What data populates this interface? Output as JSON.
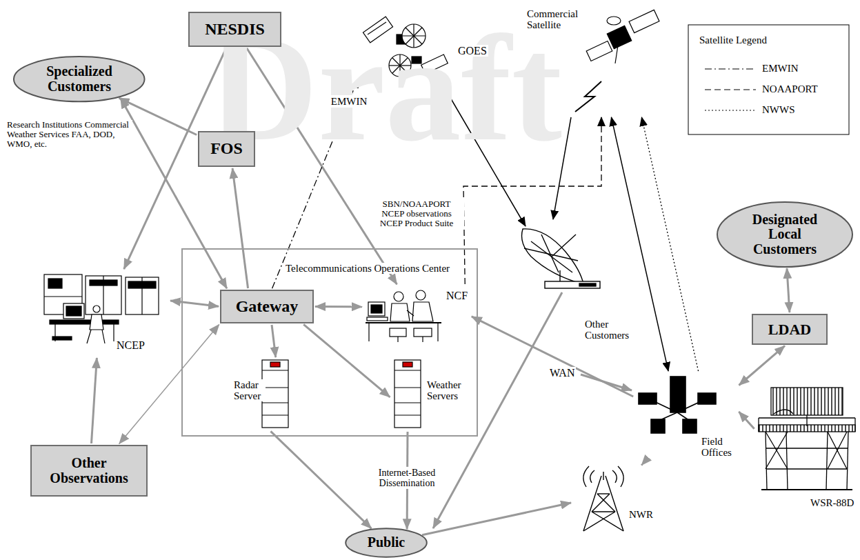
{
  "diagram": {
    "nodes": [
      {
        "text": [
          "NESDIS"
        ]
      },
      {
        "text": [
          "Specialized Customers"
        ]
      },
      {
        "text": [
          "FOS"
        ]
      },
      {
        "text": [
          "Telecommunications Operations Center"
        ]
      },
      {
        "text": [
          "Gateway"
        ],
        "in": 3
      },
      {
        "text": [
          "NCF"
        ],
        "in": 3
      },
      {
        "text": [
          "Radar Server"
        ],
        "in": 3
      },
      {
        "text": [
          "Weather Servers"
        ],
        "in": 3
      },
      {
        "text": [
          "NCEP"
        ]
      },
      {
        "text": [
          "GOES"
        ]
      },
      {
        "text": [
          "Commercial Satellite"
        ]
      },
      {
        "text": [
          "Designated Local Customers"
        ]
      },
      {
        "text": [
          "LDAD"
        ]
      },
      {
        "text": [
          "Field Offices"
        ]
      },
      {
        "text": [
          "WSR-88D"
        ]
      },
      {
        "text": [
          "NWR"
        ]
      },
      {
        "text": [
          "Other Observations"
        ]
      },
      {
        "text": [
          "Public"
        ]
      }
    ],
    "edges": [
      {
        "from": 0,
        "to": 8,
        "arrow": "to"
      },
      {
        "from": 0,
        "to": 5,
        "arrow": "to"
      },
      {
        "from": 2,
        "to": 1,
        "arrow": "to"
      },
      {
        "from": 4,
        "to": 2,
        "arrow": "to"
      },
      {
        "from": 1,
        "to": 4,
        "arrow": "both"
      },
      {
        "from": 8,
        "to": 4,
        "arrow": "both"
      },
      {
        "from": 4,
        "to": 5,
        "arrow": "both"
      },
      {
        "from": 4,
        "to": 6,
        "arrow": "to"
      },
      {
        "from": 4,
        "to": 7,
        "arrow": "to"
      },
      {
        "from": 16,
        "to": 8,
        "arrow": "to"
      },
      {
        "from": 16,
        "to": 4,
        "arrow": "both"
      },
      {
        "from": 6,
        "to": 17,
        "arrow": "to"
      },
      {
        "from": 7,
        "to": 17,
        "arrow": "to",
        "label": "Internet-Based Dissemination"
      },
      {
        "from": 17,
        "to": 15,
        "arrow": "to"
      },
      {
        "from": 13,
        "to": 15,
        "arrow": "to"
      },
      {
        "from": 13,
        "to": 5,
        "arrow": "to"
      },
      {
        "from": 10,
        "to": 13,
        "arrow": "both"
      },
      {
        "from": 13,
        "to": 10,
        "arrow": "to"
      },
      {
        "from": 11,
        "to": 12,
        "arrow": "both"
      },
      {
        "from": 12,
        "to": 13,
        "arrow": "both"
      },
      {
        "from": 14,
        "to": 13,
        "arrow": "to"
      },
      {
        "from": 4,
        "to": 9,
        "arrow": "to",
        "label": "EMWIN"
      },
      {
        "from": 5,
        "to": 10,
        "arrow": "to",
        "label": "SBN/NOAAPORT NCEP observations NCEP Product Suite"
      }
    ],
    "labels": [
      "Draft",
      "Research Institutions Commercial Weather Services FAA, DOD, WMO, etc.",
      "Other Customers",
      "WAN",
      "Satellite Legend"
    ],
    "legend": [
      {
        "text": "EMWIN"
      },
      {
        "text": "NOAAPORT"
      },
      {
        "text": "NWWS"
      }
    ]
  }
}
